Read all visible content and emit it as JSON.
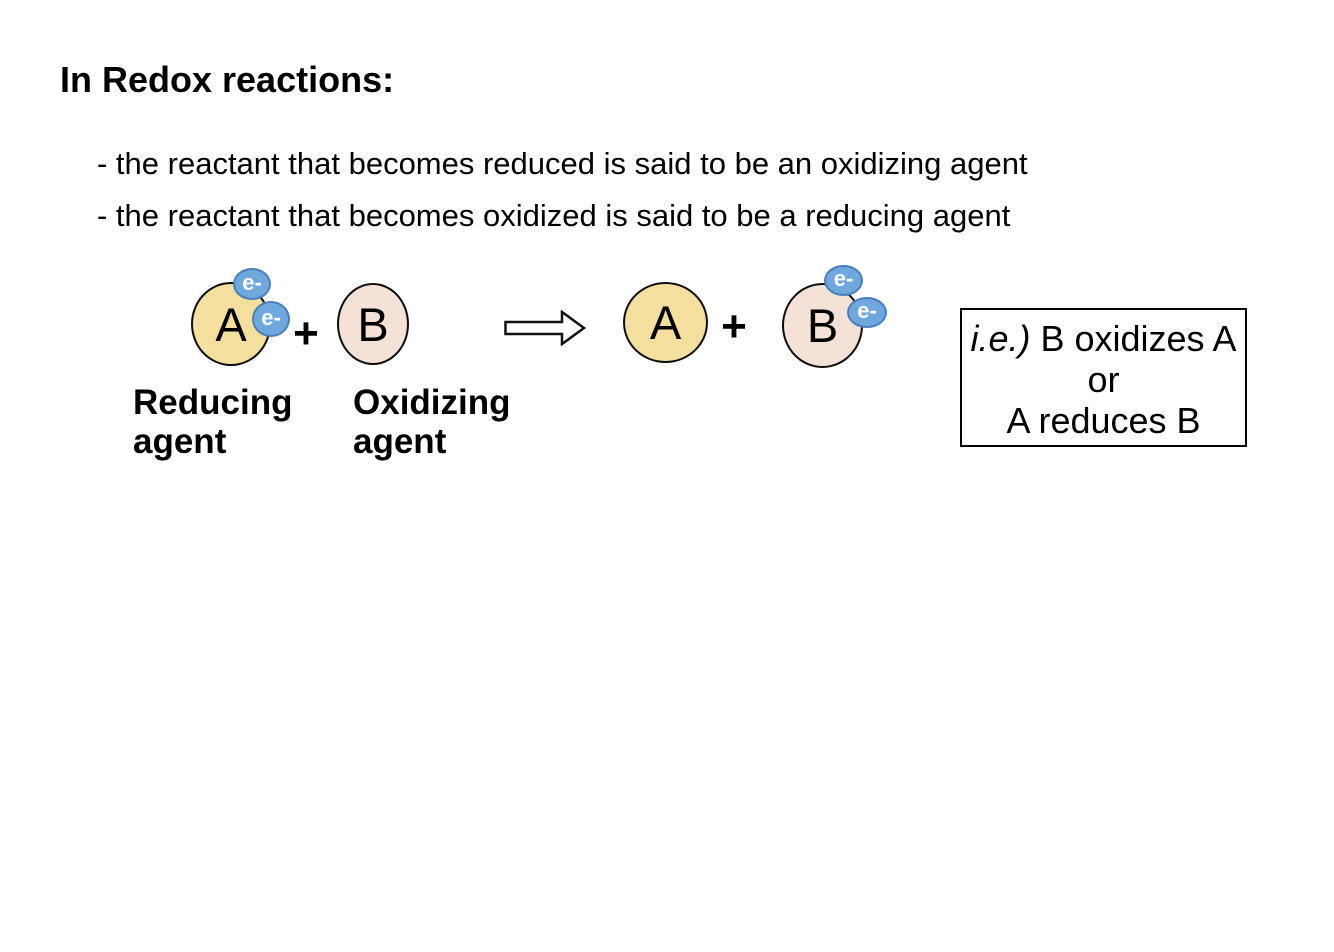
{
  "title": "In Redox reactions:",
  "bullets": [
    "- the reactant that becomes reduced is said to be an oxidizing agent",
    "- the reactant that becomes oxidized is said to be a reducing agent"
  ],
  "diagram": {
    "reactant_a": {
      "letter": "A",
      "label_line1": "Reducing",
      "label_line2": "agent"
    },
    "reactant_b": {
      "letter": "B",
      "label_line1": "Oxidizing",
      "label_line2": "agent"
    },
    "product_a": {
      "letter": "A"
    },
    "product_b": {
      "letter": "B"
    },
    "electron_label": "e-",
    "plus_left": "+",
    "plus_right": "+",
    "note_box": {
      "prefix_italic": "i.e.)",
      "line1_rest": " B oxidizes A",
      "line2": "or",
      "line3": "A reduces B"
    }
  },
  "colors": {
    "background": "#ffffff",
    "text": "#000000",
    "circle_a_fill": "#f5df9f",
    "circle_b_fill": "#f3e2d5",
    "circle_outline": "#0d0d0d",
    "electron_fill": "#6fa8dc",
    "electron_stroke": "#4a7ebc",
    "electron_text": "#ffffff"
  }
}
